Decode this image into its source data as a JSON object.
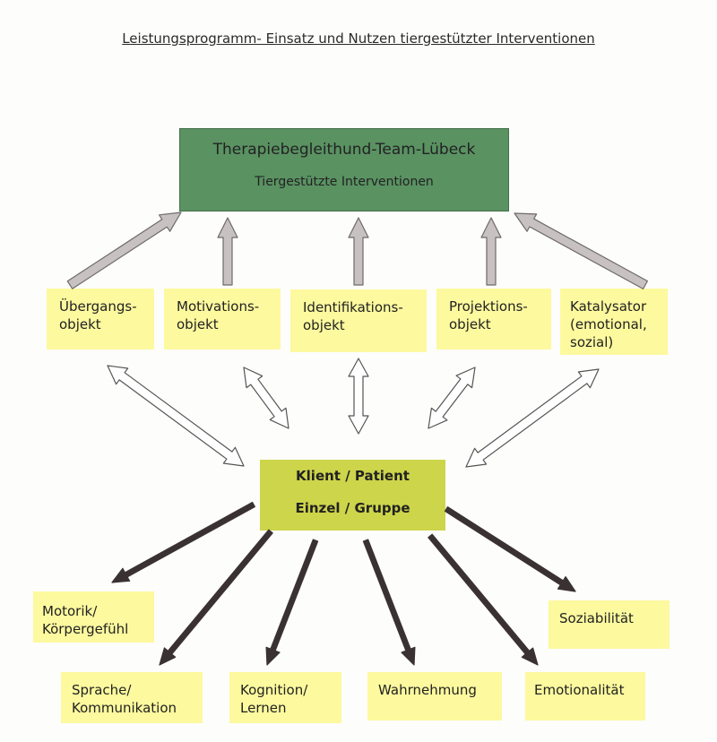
{
  "title": "Leistungsprogramm- Einsatz und Nutzen tiergestützter Interventionen",
  "top_box": {
    "title": "Therapiebegleithund-Team-Lübeck",
    "subtitle": "Tiergestützte Interventionen"
  },
  "middle_boxes": [
    {
      "line1": "Übergangs-",
      "line2": "objekt",
      "line3": ""
    },
    {
      "line1": "Motivations-",
      "line2": "objekt",
      "line3": ""
    },
    {
      "line1": "Identifikations-",
      "line2": "objekt",
      "line3": ""
    },
    {
      "line1": "Projektions-",
      "line2": "objekt",
      "line3": ""
    },
    {
      "line1": "Katalysator",
      "line2": "(emotional,",
      "line3": "sozial)"
    }
  ],
  "center_box": {
    "line1": "Klient / Patient",
    "line2": "Einzel / Gruppe"
  },
  "bottom_boxes": {
    "motorik": {
      "line1": "Motorik/",
      "line2": "Körpergefühl"
    },
    "sprache": {
      "line1": "Sprache/",
      "line2": "Kommunikation"
    },
    "kognition": {
      "line1": "Kognition/",
      "line2": "Lernen"
    },
    "wahrnehmung": {
      "line1": "Wahrnehmung"
    },
    "emotionalitaet": {
      "line1": "Emotionalität"
    },
    "soziabilitaet": {
      "line1": "Soziabilität"
    }
  },
  "colors": {
    "top_box": "#5a9262",
    "center_box": "#cdd54a",
    "yellow_box": "#fdf99e",
    "gray_arrow": "#c7c1c1",
    "dark_arrow": "#3a3232"
  }
}
